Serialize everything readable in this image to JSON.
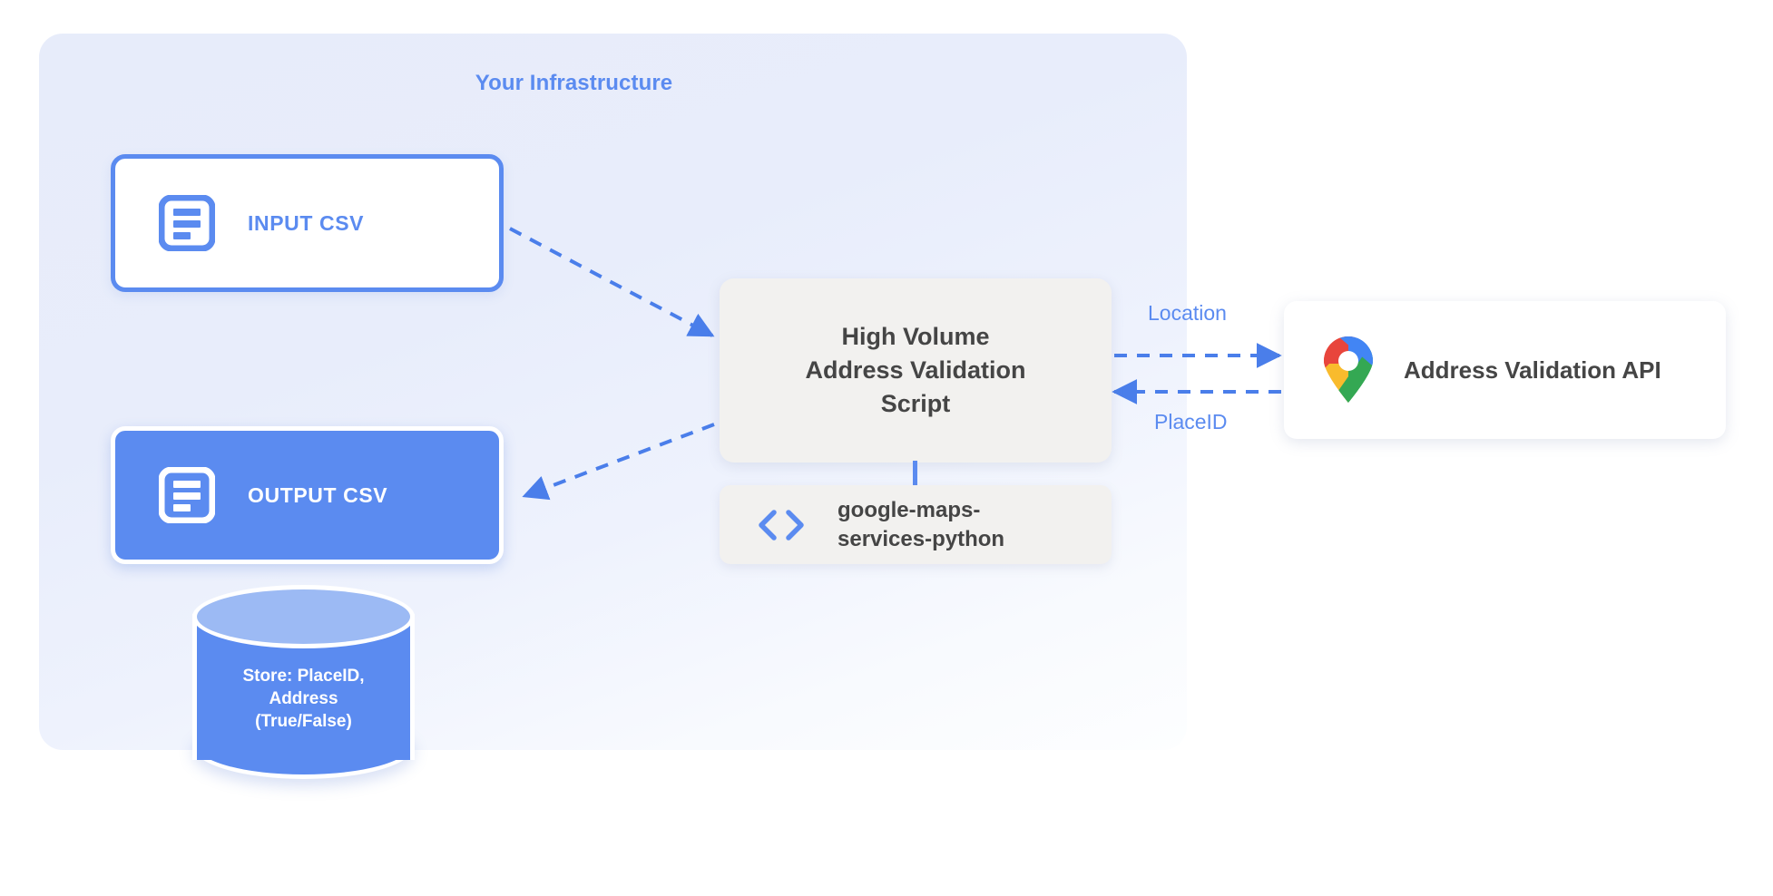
{
  "panel": {
    "title": "Your Infrastructure",
    "accent_color": "#5b8bf0",
    "background_color": "#e7ecfa"
  },
  "nodes": {
    "input_csv": {
      "label": "INPUT CSV",
      "icon": "document-icon",
      "style": "outlined",
      "border_color": "#5b8bf0",
      "fill_color": "#ffffff",
      "text_color": "#5b8bf0"
    },
    "output_csv": {
      "label": "OUTPUT CSV",
      "icon": "document-icon",
      "style": "filled",
      "fill_color": "#5b8bf0",
      "text_color": "#ffffff"
    },
    "datastore": {
      "label": "Store: PlaceID,\nAddress\n(True/False)",
      "lines": [
        "Store: PlaceID,",
        "Address",
        "(True/False)"
      ],
      "shape": "cylinder",
      "fill_color": "#5b8bf0",
      "top_color": "#9cbaf4",
      "text_color": "#ffffff"
    },
    "script": {
      "label": "High Volume\nAddress Validation\nScript",
      "lines": [
        "High Volume",
        "Address Validation",
        "Script"
      ],
      "fill_color": "#f2f1ef",
      "text_color": "#454545"
    },
    "library": {
      "label": "google-maps-\nservices-python",
      "lines": [
        "google-maps-",
        "services-python"
      ],
      "icon": "code-brackets-icon",
      "icon_color": "#5b8bf0",
      "fill_color": "#f2f1ef",
      "text_color": "#454545"
    },
    "api": {
      "label": "Address Validation API",
      "icon": "google-maps-pin-icon",
      "fill_color": "#ffffff",
      "text_color": "#454545"
    }
  },
  "edges": [
    {
      "from": "input_csv",
      "to": "script",
      "style": "dashed",
      "arrow": "to",
      "label": ""
    },
    {
      "from": "script",
      "to": "output_csv",
      "style": "dashed",
      "arrow": "to",
      "label": ""
    },
    {
      "from": "script",
      "to": "api",
      "style": "dashed",
      "arrow": "to",
      "label": "Location"
    },
    {
      "from": "api",
      "to": "script",
      "style": "dashed",
      "arrow": "to",
      "label": "PlaceID"
    },
    {
      "from": "script",
      "to": "library",
      "style": "solid",
      "arrow": "none",
      "label": ""
    }
  ],
  "edge_labels": {
    "location": "Location",
    "placeid": "PlaceID"
  }
}
